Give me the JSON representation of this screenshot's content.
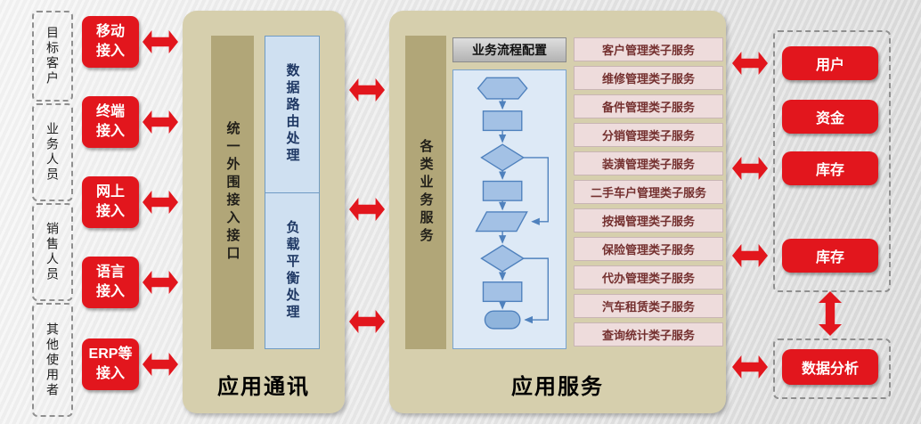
{
  "colors": {
    "accent_red": "#e2161d",
    "panel_beige": "#d6cfad",
    "bar_khaki": "#b1a678",
    "module_blue_bg": "#cfe0f1",
    "module_blue_border": "#6f9bc4",
    "service_pink_bg": "#eedcdc",
    "service_text": "#74302f"
  },
  "icons": {
    "double_arrow": "red-double-headed-arrow",
    "flowchart": "workflow-flowchart"
  },
  "user_groups": [
    "目标客户",
    "业务人员",
    "销售人员",
    "其他使用者"
  ],
  "access_channels": [
    "移动\n接入",
    "终端\n接入",
    "网上\n接入",
    "语言\n接入",
    "ERP等\n接入"
  ],
  "communication_panel": {
    "title": "应用通讯",
    "interface_bar": "统一外围接入接口",
    "modules": [
      "数据路由处理",
      "负载平衡处理"
    ]
  },
  "service_panel": {
    "title": "应用服务",
    "services_bar": "各类业务服务",
    "process_config": "业务流程配置",
    "sub_services": [
      "客户管理类子服务",
      "维修管理类子服务",
      "备件管理类子服务",
      "分销管理类子服务",
      "装潢管理类子服务",
      "二手车户管理类子服务",
      "按揭管理类子服务",
      "保险管理类子服务",
      "代办管理类子服务",
      "汽车租赁类子服务",
      "查询统计类子服务"
    ]
  },
  "resources": [
    "用户",
    "资金",
    "库存",
    "库存"
  ],
  "data_analysis": "数据分析"
}
